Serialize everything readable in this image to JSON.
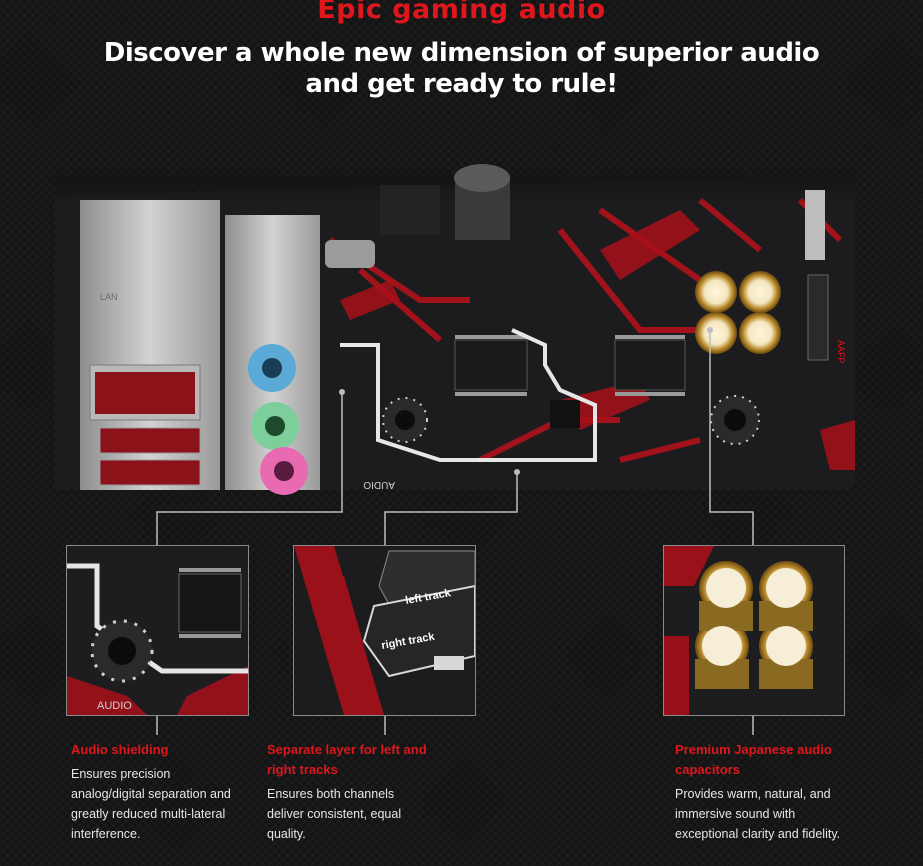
{
  "header": {
    "title": "Epic gaming audio",
    "subtitle": "Discover a whole new dimension of superior audio and get ready to rule!"
  },
  "board": {
    "silkscreen_audio": "AUDIO",
    "silkscreen_aafp": "AAFP",
    "silkscreen_lan": "LAN"
  },
  "thumbs": {
    "tracks_left": "left track",
    "tracks_right": "right track",
    "shield_audio": "AUDIO"
  },
  "features": [
    {
      "title": "Audio shielding",
      "description": "Ensures precision analog/digital separation and greatly reduced multi-lateral interference."
    },
    {
      "title": "Separate layer for left and right tracks",
      "description": "Ensures both channels deliver consistent, equal quality."
    },
    {
      "title": "Premium Japanese audio capacitors",
      "description": "Provides warm, natural, and immersive sound with exceptional clarity and fidelity."
    }
  ],
  "colors": {
    "accent": "#e0161d",
    "background": "#141414",
    "text": "#e6e6e6"
  }
}
